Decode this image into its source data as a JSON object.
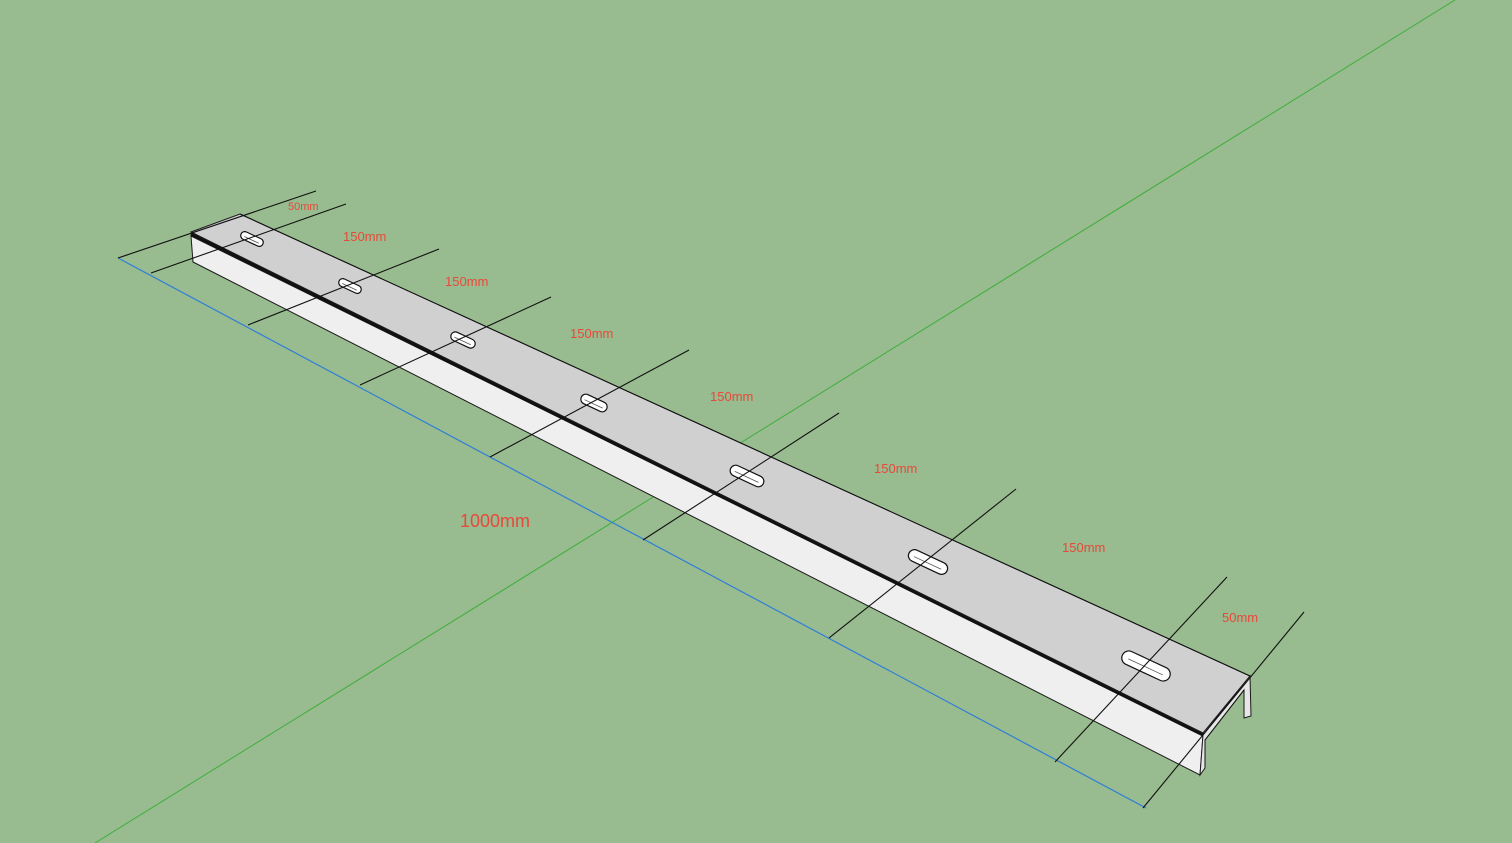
{
  "colors": {
    "background": "#98bb8f",
    "dimension_text": "#e8493a",
    "axis_green": "#3fae3a",
    "axis_blue": "#2f7fd6",
    "extension_line": "#111111",
    "rail_top": "#d0d0d0",
    "rail_side": "#efefef",
    "edge": "#1a1a1a"
  },
  "dimensions": {
    "total": "1000mm",
    "segments": [
      "50mm",
      "150mm",
      "150mm",
      "150mm",
      "150mm",
      "150mm",
      "150mm",
      "50mm"
    ]
  }
}
